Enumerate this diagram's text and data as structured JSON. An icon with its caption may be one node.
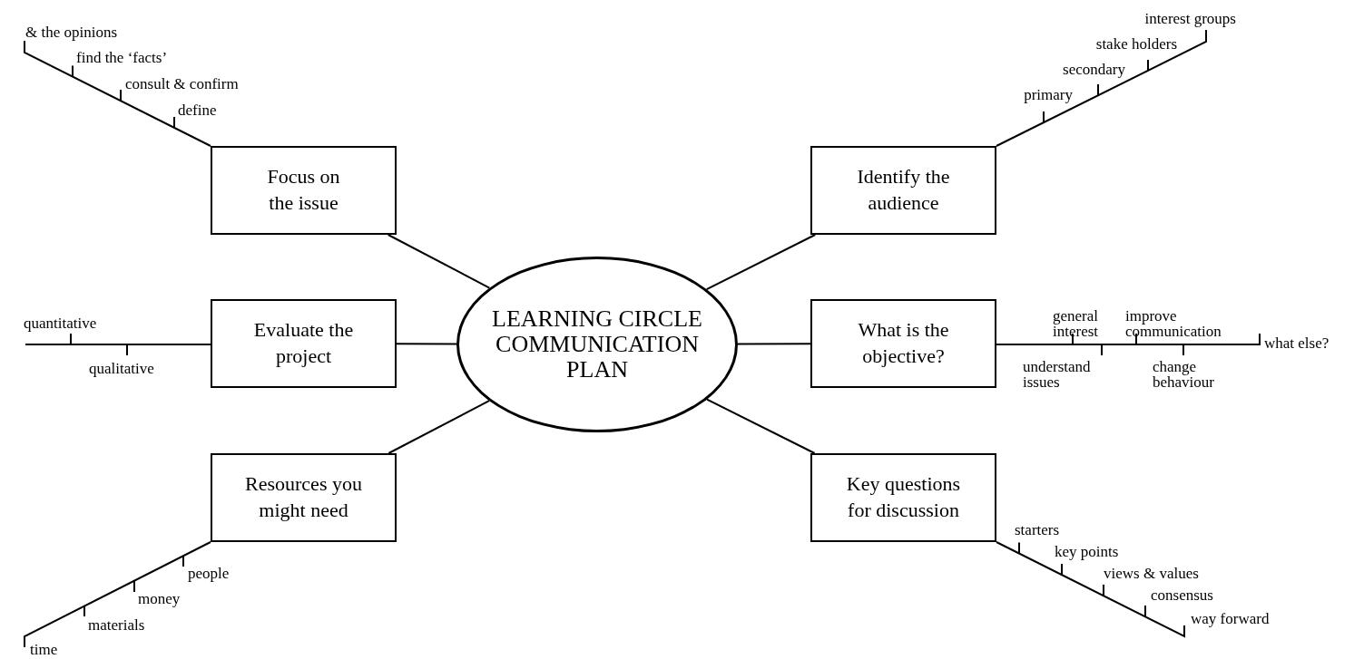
{
  "diagram": {
    "nodes": [
      {
        "text": [
          "LEARNING CIRCLE COMMUNICATION PLAN"
        ]
      },
      {
        "text": [
          "Focus on the issue"
        ],
        "beside": [
          "& the opinions",
          "find the ‘facts’",
          "consult & confirm",
          "define"
        ]
      },
      {
        "text": [
          "Identify the audience"
        ],
        "beside": [
          "interest groups",
          "stake holders",
          "secondary",
          "primary"
        ]
      },
      {
        "text": [
          "Evaluate the project"
        ],
        "beside": [
          "quantitative",
          "qualitative"
        ]
      },
      {
        "text": [
          "What is the objective?"
        ],
        "beside": [
          "general interest",
          "improve communication",
          "what else?",
          "understand issues",
          "change behaviour"
        ]
      },
      {
        "text": [
          "Resources you might need"
        ],
        "beside": [
          "people",
          "money",
          "materials",
          "time"
        ]
      },
      {
        "text": [
          "Key questions for discussion"
        ],
        "beside": [
          "starters",
          "key points",
          "views & values",
          "consensus",
          "way forward"
        ]
      }
    ],
    "edges": [
      {
        "from": 0,
        "to": 1,
        "arrow": "none"
      },
      {
        "from": 0,
        "to": 2,
        "arrow": "none"
      },
      {
        "from": 0,
        "to": 3,
        "arrow": "none"
      },
      {
        "from": 0,
        "to": 4,
        "arrow": "none"
      },
      {
        "from": 0,
        "to": 5,
        "arrow": "none"
      },
      {
        "from": 0,
        "to": 6,
        "arrow": "none"
      },
      {
        "from": 1,
        "to": null,
        "arrow": "none"
      },
      {
        "from": 2,
        "to": null,
        "arrow": "none"
      },
      {
        "from": 3,
        "to": null,
        "arrow": "none"
      },
      {
        "from": 4,
        "to": null,
        "arrow": "none"
      },
      {
        "from": 5,
        "to": null,
        "arrow": "none"
      },
      {
        "from": 6,
        "to": null,
        "arrow": "none"
      }
    ]
  }
}
